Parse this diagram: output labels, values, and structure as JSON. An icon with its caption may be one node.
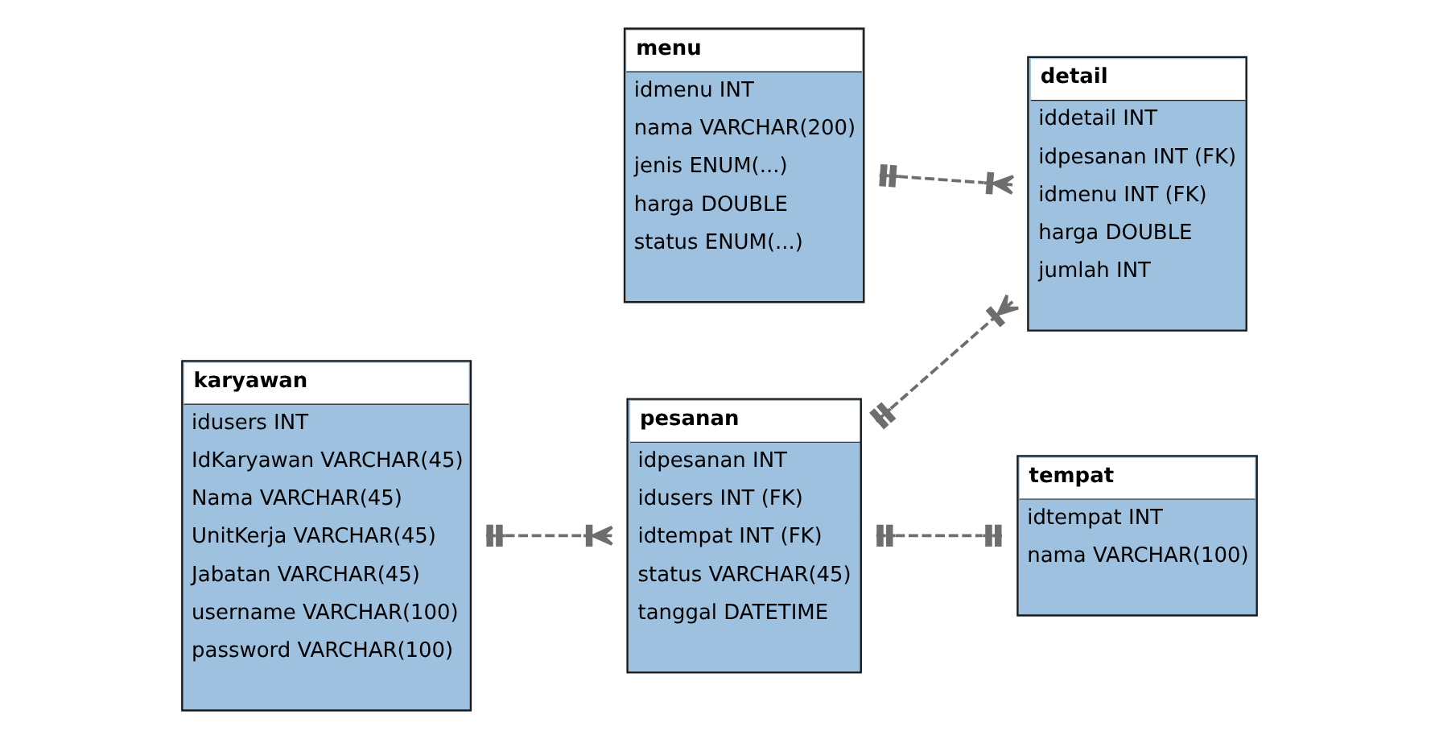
{
  "diagram": {
    "nodes": [
      {
        "text": [
          "karyawan",
          "idusers INT",
          "IdKaryawan VARCHAR(45)",
          "Nama VARCHAR(45)",
          "UnitKerja VARCHAR(45)",
          "Jabatan VARCHAR(45)",
          "username VARCHAR(100)",
          "password VARCHAR(100)"
        ]
      },
      {
        "text": [
          "pesanan",
          "idpesanan INT",
          "idusers INT (FK)",
          "idtempat INT (FK)",
          "status VARCHAR(45)",
          "tanggal DATETIME"
        ]
      },
      {
        "text": [
          "menu",
          "idmenu INT",
          "nama VARCHAR(200)",
          "jenis ENUM(...)",
          "harga DOUBLE",
          "status ENUM(...)"
        ]
      },
      {
        "text": [
          "detail",
          "iddetail INT",
          "idpesanan INT (FK)",
          "idmenu INT (FK)",
          "harga DOUBLE",
          "jumlah INT"
        ]
      },
      {
        "text": [
          "tempat",
          "idtempat INT",
          "nama VARCHAR(100)"
        ]
      }
    ],
    "edges": [
      {
        "from": 0,
        "to": 1,
        "arrow": "other",
        "style": "dashed"
      },
      {
        "from": 1,
        "to": 4,
        "arrow": "other",
        "style": "dashed"
      },
      {
        "from": 1,
        "to": 3,
        "arrow": "other",
        "style": "dashed"
      },
      {
        "from": 2,
        "to": 3,
        "arrow": "other",
        "style": "dashed"
      }
    ]
  }
}
